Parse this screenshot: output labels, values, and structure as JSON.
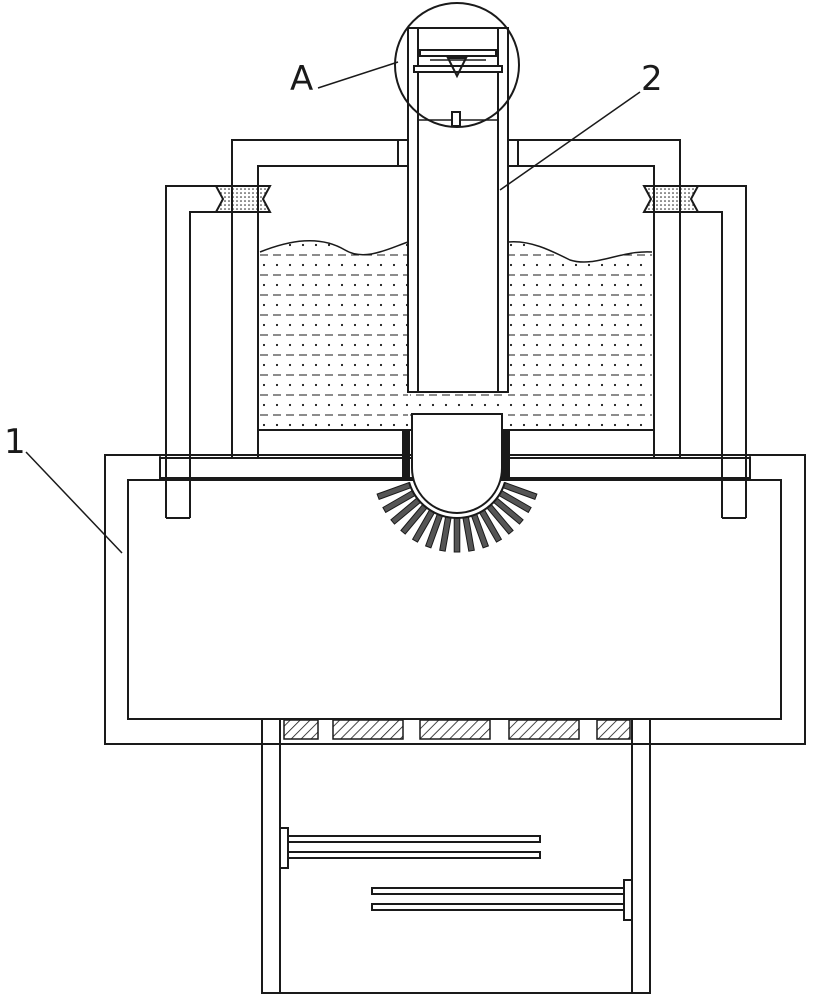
{
  "labels": {
    "detail_a": "A",
    "part_1": "1",
    "part_2": "2"
  },
  "colors": {
    "line": "#1a1a1a",
    "background": "#ffffff"
  }
}
